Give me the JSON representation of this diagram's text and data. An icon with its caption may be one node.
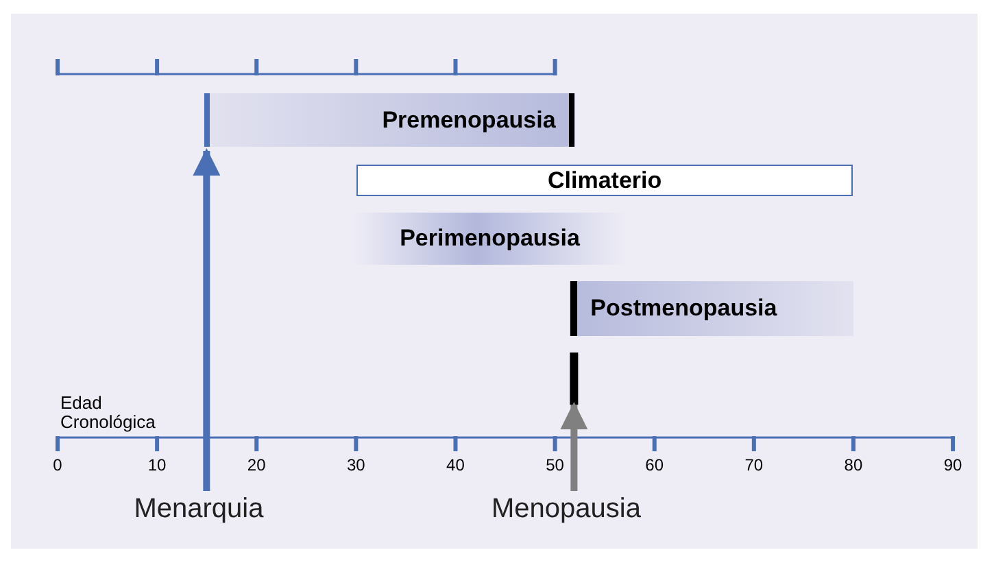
{
  "diagram": {
    "nodes": [
      {
        "text": [
          "Premenopausia"
        ]
      },
      {
        "text": [
          "Climaterio"
        ]
      },
      {
        "text": [
          "Perimenopausia"
        ]
      },
      {
        "text": [
          "Postmenopausia"
        ]
      },
      {
        "text": [
          "Menarquia"
        ]
      },
      {
        "text": [
          "Menopausia"
        ]
      },
      {
        "text": [],
        "shape": "bar"
      }
    ],
    "edges": [
      {
        "from": 4,
        "to": 0,
        "arrow": "to",
        "color": "#4a6fb5"
      },
      {
        "from": 5,
        "to": 6,
        "arrow": "to",
        "color": "#808080"
      }
    ],
    "labels": [
      "Edad Cronológica",
      "0",
      "10",
      "20",
      "30",
      "40",
      "50",
      "60",
      "70",
      "80",
      "90"
    ]
  }
}
